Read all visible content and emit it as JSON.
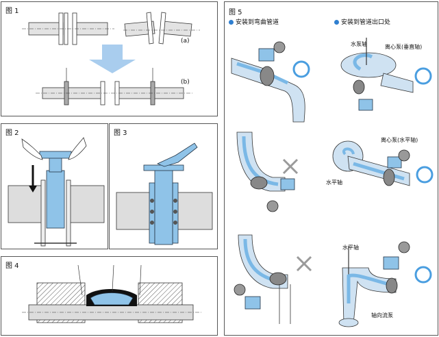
{
  "fig1": {
    "title": "图 1",
    "label_a": "(a)",
    "label_b": "(b)"
  },
  "fig2": {
    "title": "图 2"
  },
  "fig3": {
    "title": "图 3"
  },
  "fig4": {
    "title": "图 4"
  },
  "fig5": {
    "title": "图 5",
    "left_header": "安装到弯曲管道",
    "right_header": "安装到管道出口处",
    "row1_right": {
      "label_shaft": "水泵轴",
      "label_pump": "离心泵(垂直轴)"
    },
    "row2_right": {
      "label_pump": "离心泵(水平轴)",
      "label_shaft": "水平轴"
    },
    "row3_right": {
      "label_shaft": "水平轴",
      "label_pump": "轴向流泵"
    }
  },
  "colors": {
    "valve_blue": "#8fc3e8",
    "flow_blue": "#7ab8e6",
    "arrow_blue": "#a9cdee",
    "pipe_gray": "#d6d6d6",
    "ok_circle": "#4a9ee0",
    "cross_gray": "#9a9a9a"
  }
}
